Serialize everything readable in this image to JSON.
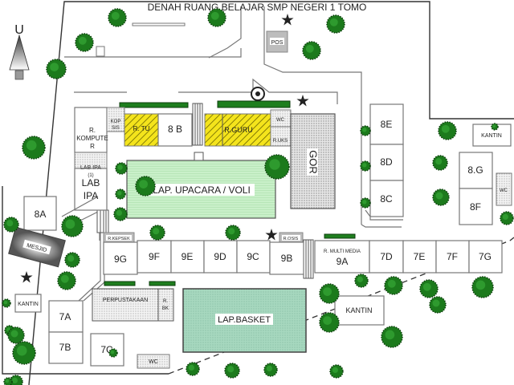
{
  "title": "DENAH RUANG BELAJAR   SMP NEGERI 1 TOMO",
  "compass": {
    "label": "U",
    "icon": "north-arrow-icon"
  },
  "colors": {
    "tree": "#1c7a1c",
    "admin_rooms": "#f2e21a",
    "upacara_field": "#c8efc8",
    "basket_court": "#9fd3b8",
    "gray_rooms": "#bdbdbd"
  },
  "rooms": {
    "pos": "POS",
    "r_komputer": [
      "R.",
      "KOMPUTE",
      "R"
    ],
    "kop_sis": [
      "KOP",
      "SIS"
    ],
    "r_tu": "R. TU",
    "r8b": "8 B",
    "r_guru": "R.GURU",
    "wc_top": "WC",
    "r_uks": "R.UKS",
    "gor": "GOR",
    "lab_ipa1": "LAB IPA",
    "lab_ipa1_num": "(1)",
    "lab_ipa": [
      "LAB",
      "IPA"
    ],
    "lap_upacara": "LAP. UPACARA / VOLI",
    "r8e": "8E",
    "r8d": "8D",
    "r8c": "8C",
    "kantin_ne": "KANTIN",
    "r8g": "8.G",
    "r8f": "8F",
    "wc_east": "WC",
    "r8a": "8A",
    "mesjid": "MESJID",
    "r_kepsek": "R.KEPSEK",
    "r_osis": "R.OSIS",
    "row9": [
      "9G",
      "9F",
      "9E",
      "9D",
      "9C",
      "9B"
    ],
    "r_multimedia": "R. MULTI MEDIA",
    "r9a": "9A",
    "row7": [
      "7D",
      "7E",
      "7F",
      "7G"
    ],
    "kantin_w": "KANTIN",
    "perpustakaan": "PERPUSTAKAAN",
    "r_bk": [
      "R.",
      "BK"
    ],
    "lap_basket": "LAP.BASKET",
    "kantin_s": "KANTIN",
    "r7a": "7A",
    "r7b": "7B",
    "r7c": "7C",
    "wc_south": "WC"
  }
}
